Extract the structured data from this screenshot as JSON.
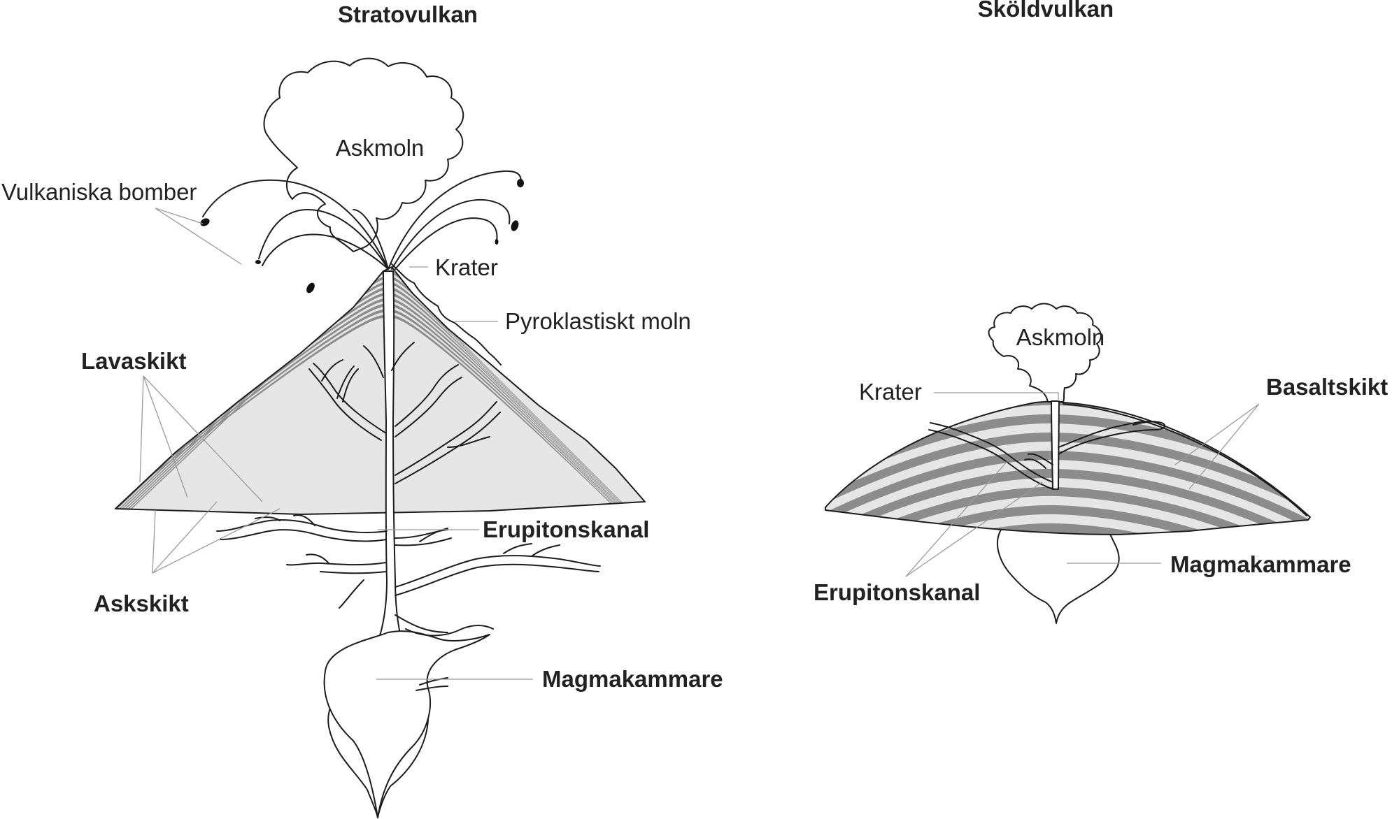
{
  "strato": {
    "title": "Stratovulkan",
    "labels": {
      "ash_cloud": "Askmoln",
      "bombs": "Vulkaniska bomber",
      "crater": "Krater",
      "pyroclastic": "Pyroklastiskt moln",
      "lava_layers": "Lavaskikt",
      "ash_layers": "Askskikt",
      "conduit": "Erupitonskanal",
      "magma_chamber": "Magmakammare"
    }
  },
  "shield": {
    "title": "Sköldvulkan",
    "labels": {
      "ash_cloud": "Askmoln",
      "crater": "Krater",
      "basalt_layers": "Basaltskikt",
      "conduit": "Erupitonskanal",
      "magma_chamber": "Magmakammare"
    }
  },
  "colors": {
    "dark_layer": "#8c8c8c",
    "light_layer": "#e6e6e6",
    "outline": "#1c1c1c",
    "leader": "#9a9a9a",
    "text": "#222222"
  }
}
